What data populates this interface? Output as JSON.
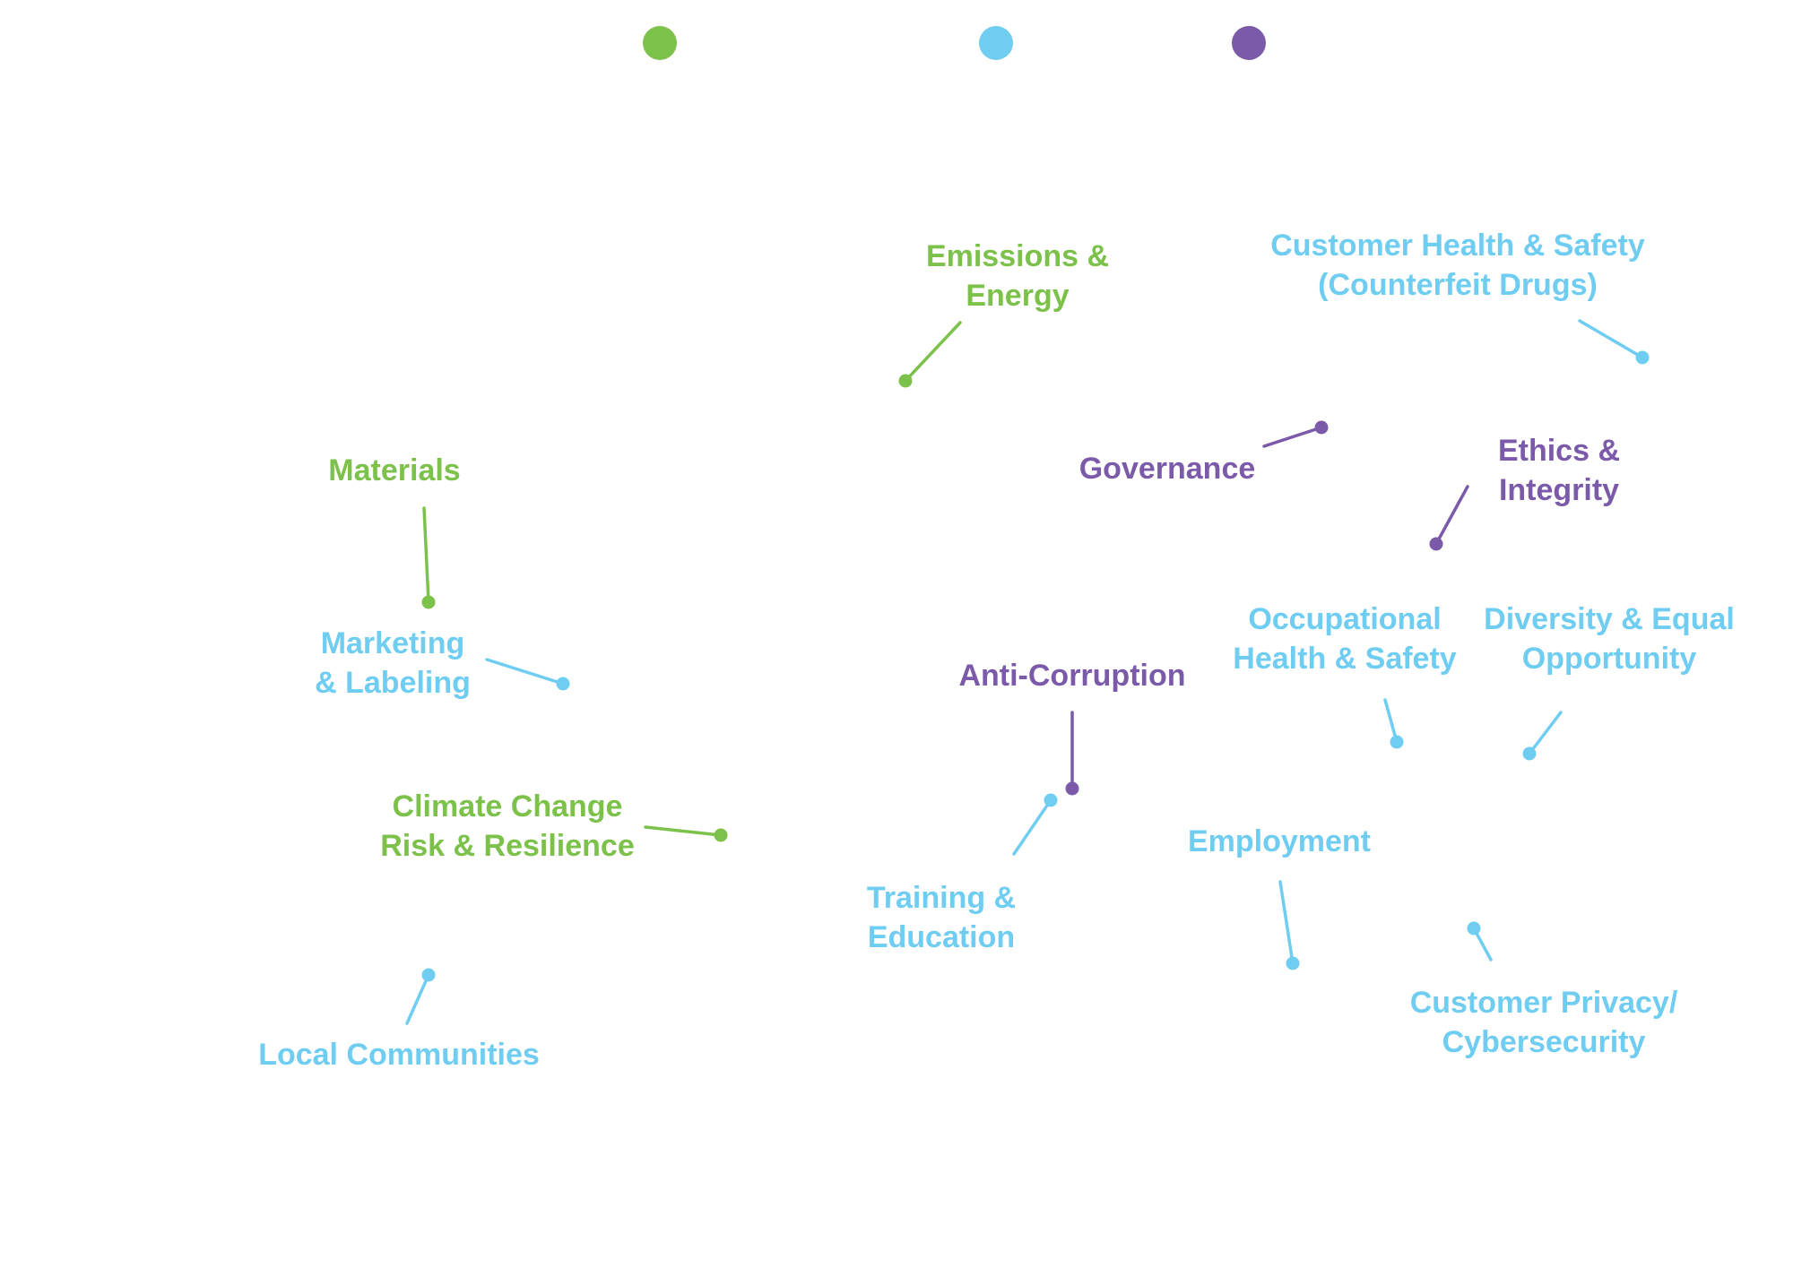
{
  "colors": {
    "environmental": "#7cc24a",
    "social": "#6fcdf2",
    "governance": "#7b5aaa"
  },
  "chart_data": {
    "type": "scatter",
    "title": "",
    "xlabel": "",
    "ylabel": "",
    "xlim": [
      0,
      100
    ],
    "ylim": [
      0,
      100
    ],
    "grid": false,
    "legend": {
      "position": "top-center",
      "entries": [
        {
          "color_key": "environmental"
        },
        {
          "color_key": "social"
        },
        {
          "color_key": "governance"
        }
      ]
    },
    "points": [
      {
        "id": "emissions-energy",
        "lines": [
          "Emissions &",
          "Energy"
        ],
        "category": "environmental",
        "x": 50.5,
        "y": 75
      },
      {
        "id": "customer-health-safety",
        "lines": [
          "Customer Health & Safety",
          "(Counterfeit Drugs)"
        ],
        "category": "social",
        "x": 91.6,
        "y": 77
      },
      {
        "id": "governance",
        "lines": [
          "Governance"
        ],
        "category": "governance",
        "x": 73.7,
        "y": 71
      },
      {
        "id": "materials",
        "lines": [
          "Materials"
        ],
        "category": "environmental",
        "x": 23.9,
        "y": 56
      },
      {
        "id": "ethics-integrity",
        "lines": [
          "Ethics &",
          "Integrity"
        ],
        "category": "governance",
        "x": 80.1,
        "y": 61
      },
      {
        "id": "marketing-labeling",
        "lines": [
          "Marketing",
          "& Labeling"
        ],
        "category": "social",
        "x": 31.4,
        "y": 49
      },
      {
        "id": "occupational-health-safety",
        "lines": [
          "Occupational",
          "Health & Safety"
        ],
        "category": "social",
        "x": 77.9,
        "y": 44
      },
      {
        "id": "diversity-equal-opportunity",
        "lines": [
          "Diversity & Equal",
          "Opportunity"
        ],
        "category": "social",
        "x": 85.3,
        "y": 43
      },
      {
        "id": "anti-corruption",
        "lines": [
          "Anti-Corruption"
        ],
        "category": "governance",
        "x": 59.8,
        "y": 40
      },
      {
        "id": "training-education",
        "lines": [
          "Training &",
          "Education"
        ],
        "category": "social",
        "x": 58.6,
        "y": 39
      },
      {
        "id": "climate-change",
        "lines": [
          "Climate Change",
          "Risk & Resilience"
        ],
        "category": "environmental",
        "x": 40.2,
        "y": 36
      },
      {
        "id": "employment",
        "lines": [
          "Employment"
        ],
        "category": "social",
        "x": 72.1,
        "y": 25
      },
      {
        "id": "customer-privacy",
        "lines": [
          "Customer Privacy/",
          "Cybersecurity"
        ],
        "category": "social",
        "x": 82.2,
        "y": 28
      },
      {
        "id": "local-communities",
        "lines": [
          "Local Communities"
        ],
        "category": "social",
        "x": 23.9,
        "y": 24
      }
    ]
  }
}
